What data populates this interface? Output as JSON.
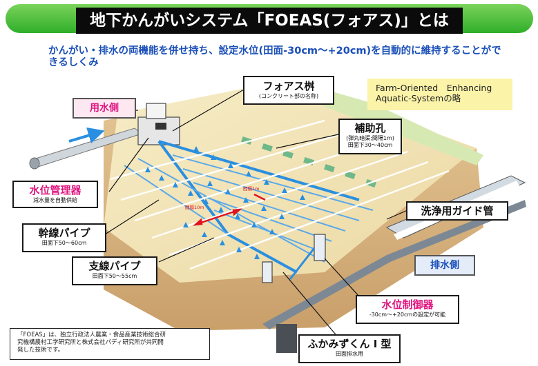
{
  "title": "地下かんがいシステム「FOEAS(フォアス)」とは",
  "subtitle": "かんがい・排水の両機能を併せ持ち、設定水位(田面-30cm〜+20cm)を自動的に維持することができるしくみ",
  "foeas_note": {
    "line1": "Farm-Oriented　Enhancing",
    "line2": "Aquatic-Systemの略"
  },
  "side_labels": {
    "inlet": "用水側",
    "outlet": "排水側"
  },
  "callouts": {
    "foeas_box": {
      "main": "フォアス桝",
      "sub": "(コンクリート部の名称)"
    },
    "aux_hole": {
      "main": "補助孔",
      "sub1": "(弾丸暗渠;間隔1m)",
      "sub2": "田面下30〜40cm"
    },
    "water_manager": {
      "main": "水位管理器",
      "sub": "減水量を自動供給"
    },
    "trunk_pipe": {
      "main": "幹線パイプ",
      "sub": "田面下50〜60cm"
    },
    "branch_pipe": {
      "main": "支線パイプ",
      "sub": "田面下50〜55cm"
    },
    "cleaning_pipe": {
      "main": "洗浄用ガイド管"
    },
    "water_controller": {
      "main": "水位制御器",
      "sub": "-30cm〜+20cmの設定が可能"
    },
    "fukami": {
      "main": "ふかみずくん I 型",
      "sub": "田面排水用"
    }
  },
  "spacing_labels": {
    "one_m": "間隔1m",
    "ten_m": "間隔10m"
  },
  "footnote": {
    "line1": "「FOEAS」は、独立行政法人農業・食品産業技術総合研",
    "line2": "究機構農村工学研究所と株式会社パディ研究所が共同開",
    "line3": "発した技術です。"
  },
  "colors": {
    "title_green": "#2fae2a",
    "accent_blue": "#1a4fb8",
    "magenta": "#e0147f",
    "water_blue": "#2a8fe0",
    "field": "#f3e6bd"
  }
}
